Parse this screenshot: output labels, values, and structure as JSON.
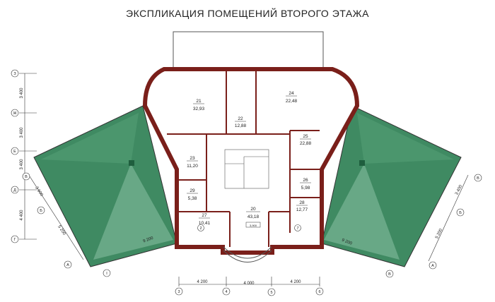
{
  "title": "ЭКСПЛИКАЦИЯ ПОМЕЩЕНИЙ ВТОРОГО ЭТАЖА",
  "colors": {
    "wall": "#7a1f1a",
    "roof": "#3f8a62",
    "roof_light": "#6aa887",
    "line": "#333333"
  },
  "rooms": [
    {
      "number": "21",
      "area": "32,93"
    },
    {
      "number": "22",
      "area": "12,88"
    },
    {
      "number": "24",
      "area": "22,48"
    },
    {
      "number": "25",
      "area": "22,88"
    },
    {
      "number": "23",
      "area": "11,20"
    },
    {
      "number": "26",
      "area": "5,98"
    },
    {
      "number": "29",
      "area": "5,38"
    },
    {
      "number": "27",
      "area": "10,41"
    },
    {
      "number": "20",
      "area": "43,18"
    },
    {
      "number": "28",
      "area": "12,77"
    }
  ],
  "elevation_mark": "3,900",
  "section_marks": [
    "2",
    "7"
  ],
  "axes_left": [
    "З",
    "Ж",
    "Е",
    "В",
    "Д",
    "Г",
    "Б",
    "А",
    "І"
  ],
  "axes_right": [
    "В",
    "Б",
    "А",
    "В"
  ],
  "axes_bottom": [
    "3",
    "4",
    "5",
    "6"
  ],
  "dims_left": [
    "3 400",
    "3 400",
    "3 400",
    "4 400",
    "3 600",
    "5 200",
    "9 200"
  ],
  "dims_right": [
    "3 400",
    "5 200",
    "9 200"
  ],
  "dims_bottom": [
    "4 200",
    "4 000",
    "4 200"
  ]
}
